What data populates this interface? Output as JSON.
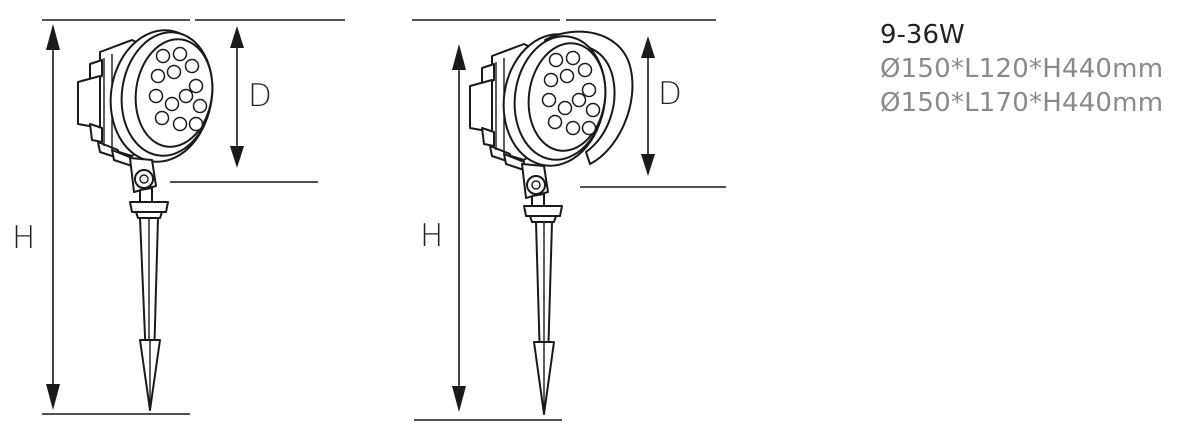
{
  "labels": {
    "height": "H",
    "diameter": "D"
  },
  "specs": {
    "power": "9-36W",
    "dimensions": [
      "Ø150*L120*H440mm",
      "Ø150*L170*H440mm"
    ]
  },
  "colors": {
    "line": "#1a1a1a",
    "power_text": "#222222",
    "dimension_text": "#8a8a8a"
  }
}
